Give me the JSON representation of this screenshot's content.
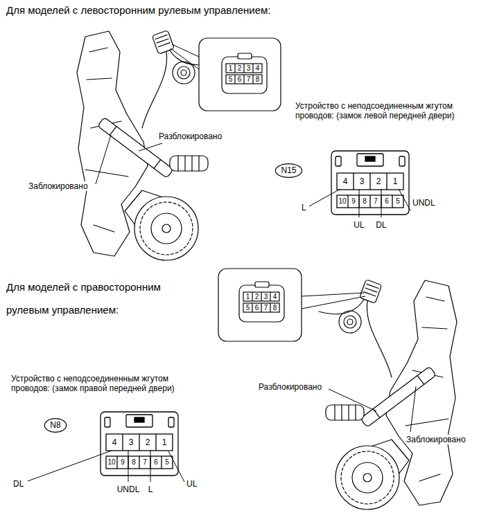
{
  "diagram": {
    "nodes": [
      {
        "text": [
          "N15"
        ]
      },
      {
        "text": [
          "N8"
        ]
      }
    ],
    "labels": [
      "Для моделей с левосторонним рулевым управлением:",
      "1",
      "2",
      "3",
      "4",
      "5",
      "6",
      "7",
      "8",
      "Устройство с неподсоединенным жгутом проводов: (замок левой передней двери)",
      "Разблокировано",
      "Заблокировано",
      "4",
      "3",
      "2",
      "1",
      "10",
      "9",
      "8",
      "7",
      "6",
      "5",
      "L",
      "UL",
      "DL",
      "UNDL",
      "Для моделей с правосторонним рулевым управлением:",
      "1",
      "2",
      "3",
      "4",
      "5",
      "6",
      "7",
      "8",
      "Устройство с неподсоединенным жгутом проводов: (замок правой передней двери)",
      "4",
      "3",
      "2",
      "1",
      "10",
      "9",
      "8",
      "7",
      "6",
      "5",
      "DL",
      "UNDL",
      "L",
      "UL",
      "Разблокировано",
      "Заблокировано"
    ]
  }
}
